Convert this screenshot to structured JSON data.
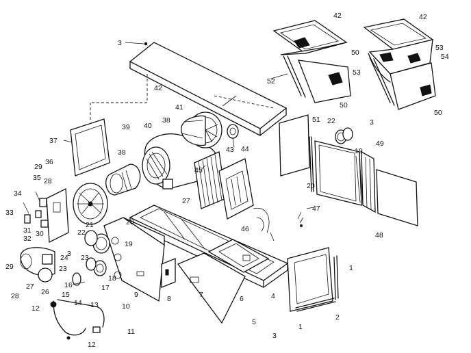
{
  "diagram": {
    "type": "exploded parts diagram",
    "parts": [
      {
        "id": "p-top-panel",
        "number": "3"
      },
      {
        "id": "p-top-panel-b",
        "number": "42"
      },
      {
        "id": "p-filter-frame",
        "number": "37"
      },
      {
        "id": "p-blower-small",
        "number": "38"
      },
      {
        "id": "p-blower-small-b",
        "number": "38"
      },
      {
        "id": "p-motor-39",
        "number": "39"
      },
      {
        "id": "p-blower-40",
        "number": "40"
      },
      {
        "id": "p-ring-41",
        "number": "41"
      },
      {
        "id": "p-ring-43",
        "number": "43"
      },
      {
        "id": "p-coil-44",
        "number": "44"
      },
      {
        "id": "p-coil-45",
        "number": "45"
      },
      {
        "id": "p-base-27",
        "number": "27"
      },
      {
        "id": "p-base-46",
        "number": "46"
      },
      {
        "id": "p-right-47",
        "number": "47"
      },
      {
        "id": "p-panel-48",
        "number": "48"
      },
      {
        "id": "p-panel-49",
        "number": "49"
      },
      {
        "id": "p-panel-51",
        "number": "51"
      },
      {
        "id": "p-panel-20",
        "number": "20"
      },
      {
        "id": "p-ring-22",
        "number": "22"
      },
      {
        "id": "p-ring-19",
        "number": "19"
      },
      {
        "id": "p-ring-3",
        "number": "3"
      },
      {
        "id": "p-grille-42a",
        "number": "42"
      },
      {
        "id": "p-grille-52",
        "number": "52"
      },
      {
        "id": "p-grille-50a",
        "number": "50"
      },
      {
        "id": "p-grille-42b",
        "number": "42"
      },
      {
        "id": "p-grille-50b",
        "number": "50"
      },
      {
        "id": "p-grille-53a",
        "number": "53"
      },
      {
        "id": "p-grille-54",
        "number": "54"
      },
      {
        "id": "p-grille-53b",
        "number": "53"
      },
      {
        "id": "p-grille-50c",
        "number": "50"
      },
      {
        "id": "p-fan-29",
        "number": "29"
      },
      {
        "id": "p-36",
        "number": "36"
      },
      {
        "id": "p-35",
        "number": "35"
      },
      {
        "id": "p-28",
        "number": "28"
      },
      {
        "id": "p-34",
        "number": "34"
      },
      {
        "id": "p-31",
        "number": "31"
      },
      {
        "id": "p-33",
        "number": "33"
      },
      {
        "id": "p-32",
        "number": "32"
      },
      {
        "id": "p-30",
        "number": "30"
      },
      {
        "id": "p-21",
        "number": "21"
      },
      {
        "id": "p-20b",
        "number": "20"
      },
      {
        "id": "p-22b",
        "number": "22"
      },
      {
        "id": "p-19b",
        "number": "19"
      },
      {
        "id": "p-3c",
        "number": "3"
      },
      {
        "id": "p-24",
        "number": "24"
      },
      {
        "id": "p-23a",
        "number": "23"
      },
      {
        "id": "p-18",
        "number": "18"
      },
      {
        "id": "p-23b",
        "number": "23"
      },
      {
        "id": "p-17",
        "number": "17"
      },
      {
        "id": "p-9",
        "number": "9"
      },
      {
        "id": "p-29b",
        "number": "29"
      },
      {
        "id": "p-27b",
        "number": "27"
      },
      {
        "id": "p-26",
        "number": "26"
      },
      {
        "id": "p-28b",
        "number": "28"
      },
      {
        "id": "p-16",
        "number": "16"
      },
      {
        "id": "p-15",
        "number": "15"
      },
      {
        "id": "p-14",
        "number": "14"
      },
      {
        "id": "p-13",
        "number": "13"
      },
      {
        "id": "p-12a",
        "number": "12"
      },
      {
        "id": "p-10",
        "number": "10"
      },
      {
        "id": "p-11",
        "number": "11"
      },
      {
        "id": "p-12b",
        "number": "12"
      },
      {
        "id": "p-8",
        "number": "8"
      },
      {
        "id": "p-7",
        "number": "7"
      },
      {
        "id": "p-6",
        "number": "6"
      },
      {
        "id": "p-5",
        "number": "5"
      },
      {
        "id": "p-4",
        "number": "4"
      },
      {
        "id": "p-3d",
        "number": "3"
      },
      {
        "id": "p-1",
        "number": "1"
      },
      {
        "id": "p-2",
        "number": "2"
      },
      {
        "id": "p-1b",
        "number": "1"
      }
    ]
  }
}
